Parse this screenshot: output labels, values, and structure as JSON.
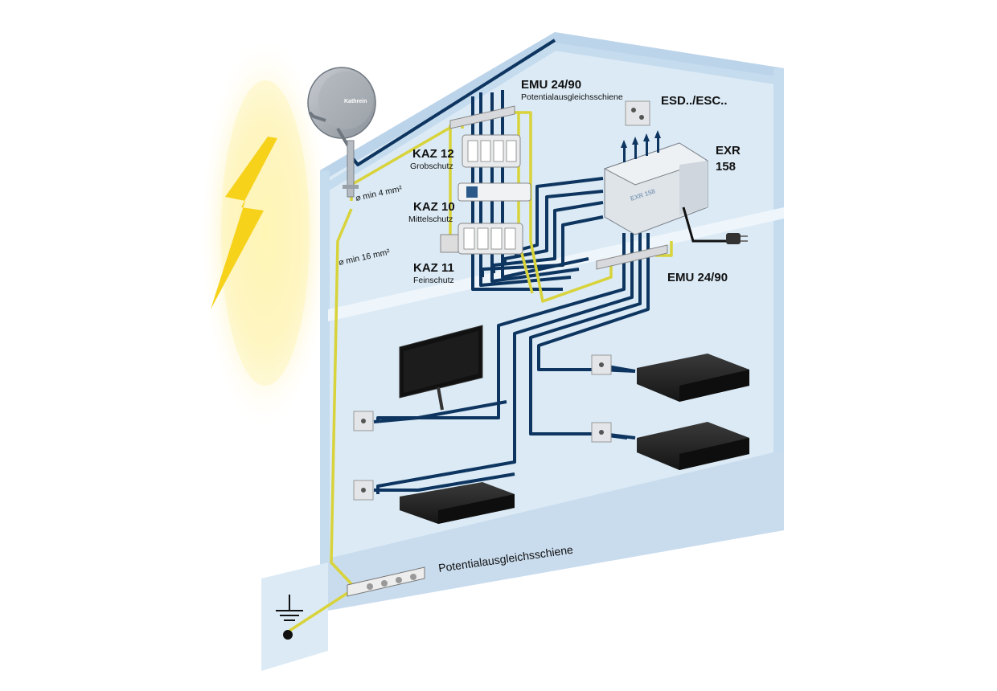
{
  "labels": {
    "emu_top": "EMU 24/90",
    "emu_top_sub": "Potentialausgleichsschiene",
    "esd": "ESD../ESC..",
    "kaz12": "KAZ 12",
    "kaz12_sub": "Grobschutz",
    "kaz10": "KAZ 10",
    "kaz10_sub": "Mittelschutz",
    "kaz11": "KAZ 11",
    "kaz11_sub": "Feinschutz",
    "exr": "EXR",
    "exr_num": "158",
    "emu_bottom": "EMU 24/90",
    "min4": "⌀ min 4 mm²",
    "min16": "⌀ min 16 mm²",
    "rail": "Potentialausgleichsschiene",
    "exr_device_text": "EXR 158",
    "dish_brand": "Kathrein"
  },
  "colors": {
    "coax": "#0d3560",
    "ground": "#d8d33a",
    "wall": "#dbeaf5",
    "wall_edge": "#bcd4ea",
    "bolt": "#f7d21b"
  }
}
